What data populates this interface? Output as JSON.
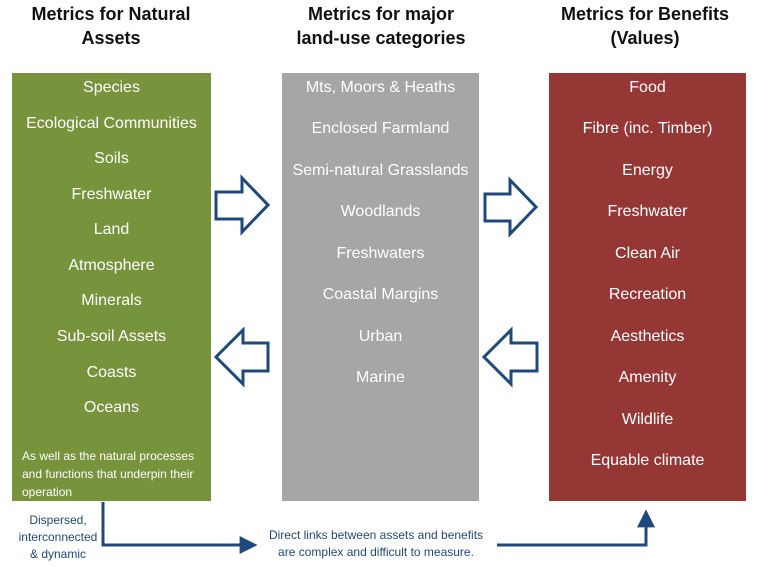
{
  "headings": {
    "natural_assets": [
      "Metrics for Natural",
      "Assets"
    ],
    "land_use": [
      "Metrics for major",
      "land-use categories"
    ],
    "benefits": [
      "Metrics for Benefits",
      "(Values)"
    ]
  },
  "natural_assets": {
    "items": [
      "Species",
      "Ecological Communities",
      "Soils",
      "Freshwater",
      "Land",
      "Atmosphere",
      "Minerals",
      "Sub-soil Assets",
      "Coasts",
      "Oceans"
    ],
    "note": "As well as the natural processes and functions that underpin their operation"
  },
  "land_use": {
    "items": [
      "Mts, Moors & Heaths",
      "Enclosed Farmland",
      "Semi-natural Grasslands",
      "Woodlands",
      "Freshwaters",
      "Coastal Margins",
      "Urban",
      "Marine"
    ]
  },
  "benefits": {
    "items": [
      "Food",
      "Fibre (inc. Timber)",
      "Energy",
      "Freshwater",
      "Clean Air",
      "Recreation",
      "Aesthetics",
      "Amenity",
      "Wildlife",
      "Equable climate"
    ]
  },
  "captions": {
    "dispersed": [
      "Dispersed,",
      "interconnected",
      "& dynamic"
    ],
    "direct_links": [
      "Direct links between assets and benefits",
      "are complex and difficult to measure."
    ]
  },
  "colors": {
    "natural_assets_box": "#77933c",
    "land_use_box": "#a6a6a6",
    "benefits_box": "#953735",
    "arrow_outline": "#1f497d",
    "caption_text": "#1f497d"
  }
}
